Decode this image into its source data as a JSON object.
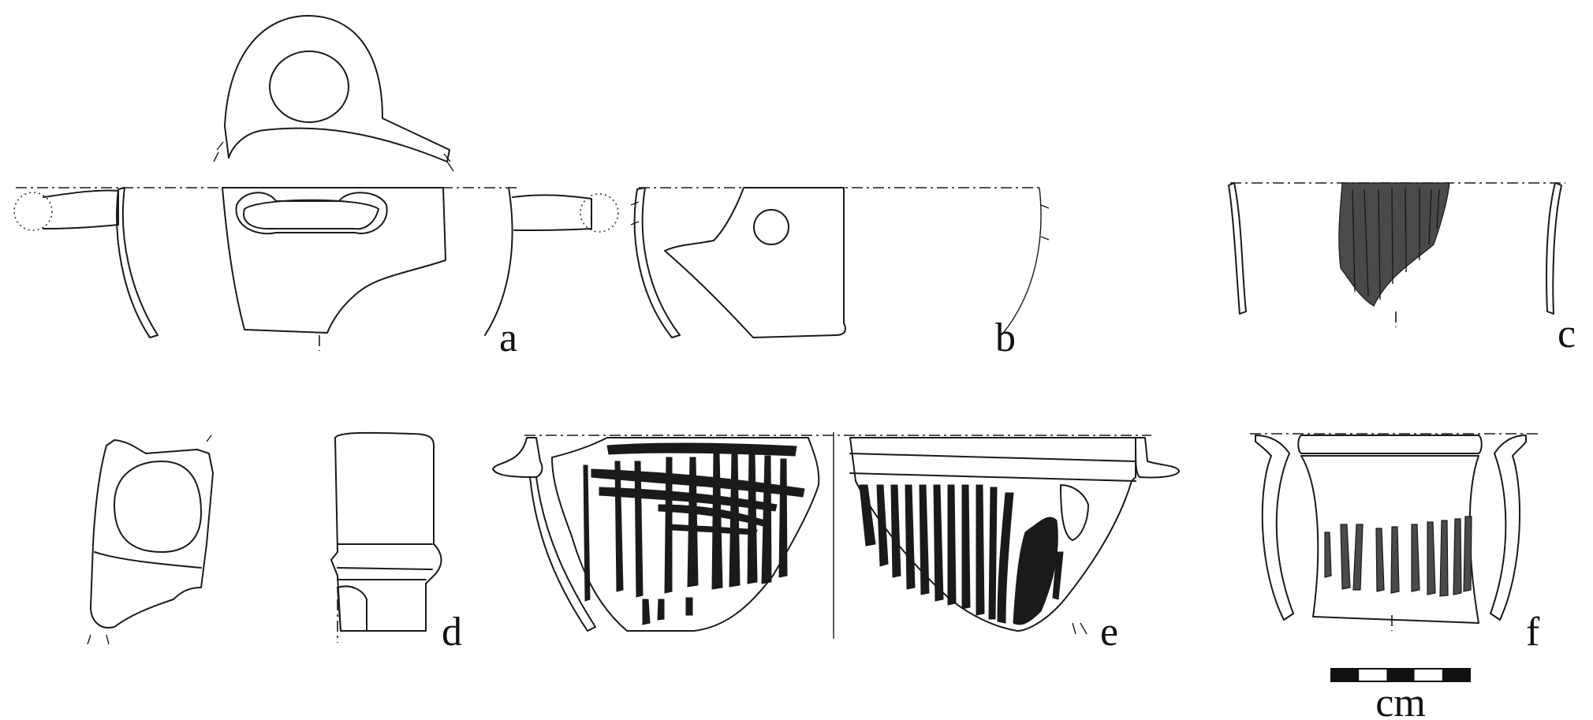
{
  "figure": {
    "labels": {
      "a": "a",
      "b": "b",
      "c": "c",
      "d": "d",
      "e": "e",
      "f": "f"
    },
    "scale": {
      "unit": "cm",
      "segments": 5
    }
  }
}
